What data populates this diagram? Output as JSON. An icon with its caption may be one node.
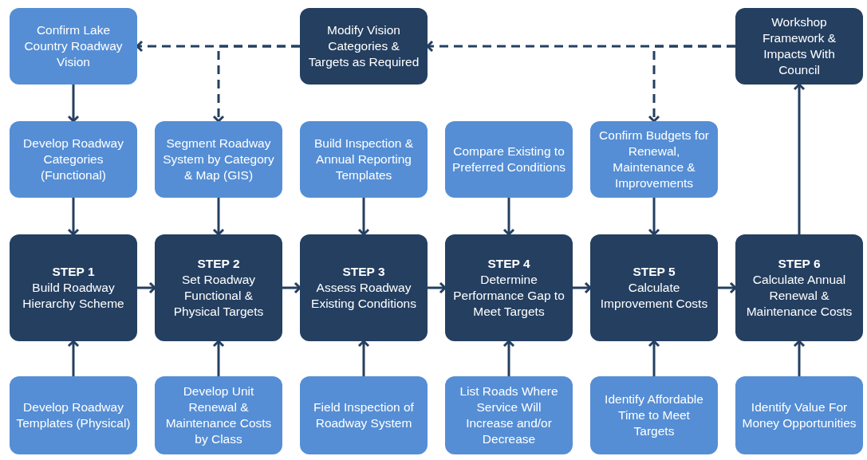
{
  "diagram": {
    "nodes": [
      {
        "text": [
          "Confirm Lake Country Roadway Vision"
        ]
      },
      {
        "text": [
          "Modify Vision Categories & Targets as Required"
        ]
      },
      {
        "text": [
          "Workshop Framework & Impacts With Council"
        ]
      },
      {
        "text": [
          "Develop Roadway Categories (Functional)"
        ]
      },
      {
        "text": [
          "Segment Roadway System by Category & Map (GIS)"
        ]
      },
      {
        "text": [
          "Build Inspection & Annual Reporting Templates"
        ]
      },
      {
        "text": [
          "Compare Existing to Preferred Conditions"
        ]
      },
      {
        "text": [
          "Confirm Budgets for Renewal, Maintenance & Improvements"
        ]
      },
      {
        "text": [
          "STEP 1",
          "Build Roadway Hierarchy Scheme"
        ]
      },
      {
        "text": [
          "STEP 2",
          "Set Roadway Functional & Physical Targets"
        ]
      },
      {
        "text": [
          "STEP 3",
          "Assess Roadway Existing Conditions"
        ]
      },
      {
        "text": [
          "STEP 4",
          "Determine Performance Gap to Meet Targets"
        ]
      },
      {
        "text": [
          "STEP 5",
          "Calculate Improvement Costs"
        ]
      },
      {
        "text": [
          "STEP 6",
          "Calculate Annual Renewal & Maintenance Costs"
        ]
      },
      {
        "text": [
          "Develop Roadway Templates (Physical)"
        ]
      },
      {
        "text": [
          "Develop Unit Renewal & Maintenance Costs by Class"
        ]
      },
      {
        "text": [
          "Field Inspection of Roadway System"
        ]
      },
      {
        "text": [
          "List Roads Where Service Will Increase and/or Decrease"
        ]
      },
      {
        "text": [
          "Identify Affordable Time to Meet Targets"
        ]
      },
      {
        "text": [
          "Identify Value For Money Opportunities"
        ]
      }
    ],
    "edges": [
      {
        "from": 0,
        "to": 3,
        "arrow": "to"
      },
      {
        "from": 3,
        "to": 8,
        "arrow": "to"
      },
      {
        "from": 4,
        "to": 9,
        "arrow": "to"
      },
      {
        "from": 5,
        "to": 10,
        "arrow": "to"
      },
      {
        "from": 6,
        "to": 11,
        "arrow": "to"
      },
      {
        "from": 7,
        "to": 12,
        "arrow": "to"
      },
      {
        "from": 8,
        "to": 9,
        "arrow": "to"
      },
      {
        "from": 9,
        "to": 10,
        "arrow": "to"
      },
      {
        "from": 10,
        "to": 11,
        "arrow": "to"
      },
      {
        "from": 11,
        "to": 12,
        "arrow": "to"
      },
      {
        "from": 12,
        "to": 13,
        "arrow": "to"
      },
      {
        "from": 13,
        "to": 2,
        "arrow": "to"
      },
      {
        "from": 14,
        "to": 8,
        "arrow": "to"
      },
      {
        "from": 15,
        "to": 9,
        "arrow": "to"
      },
      {
        "from": 16,
        "to": 10,
        "arrow": "to"
      },
      {
        "from": 17,
        "to": 11,
        "arrow": "to"
      },
      {
        "from": 18,
        "to": 12,
        "arrow": "to"
      },
      {
        "from": 19,
        "to": 13,
        "arrow": "to"
      },
      {
        "from": 2,
        "to": 1,
        "arrow": "to",
        "style": "dashed"
      },
      {
        "from": 2,
        "to": 7,
        "arrow": "to",
        "style": "dashed"
      },
      {
        "from": 1,
        "to": 0,
        "arrow": "to",
        "style": "dashed"
      },
      {
        "from": 1,
        "to": 4,
        "arrow": "to",
        "style": "dashed"
      }
    ]
  }
}
